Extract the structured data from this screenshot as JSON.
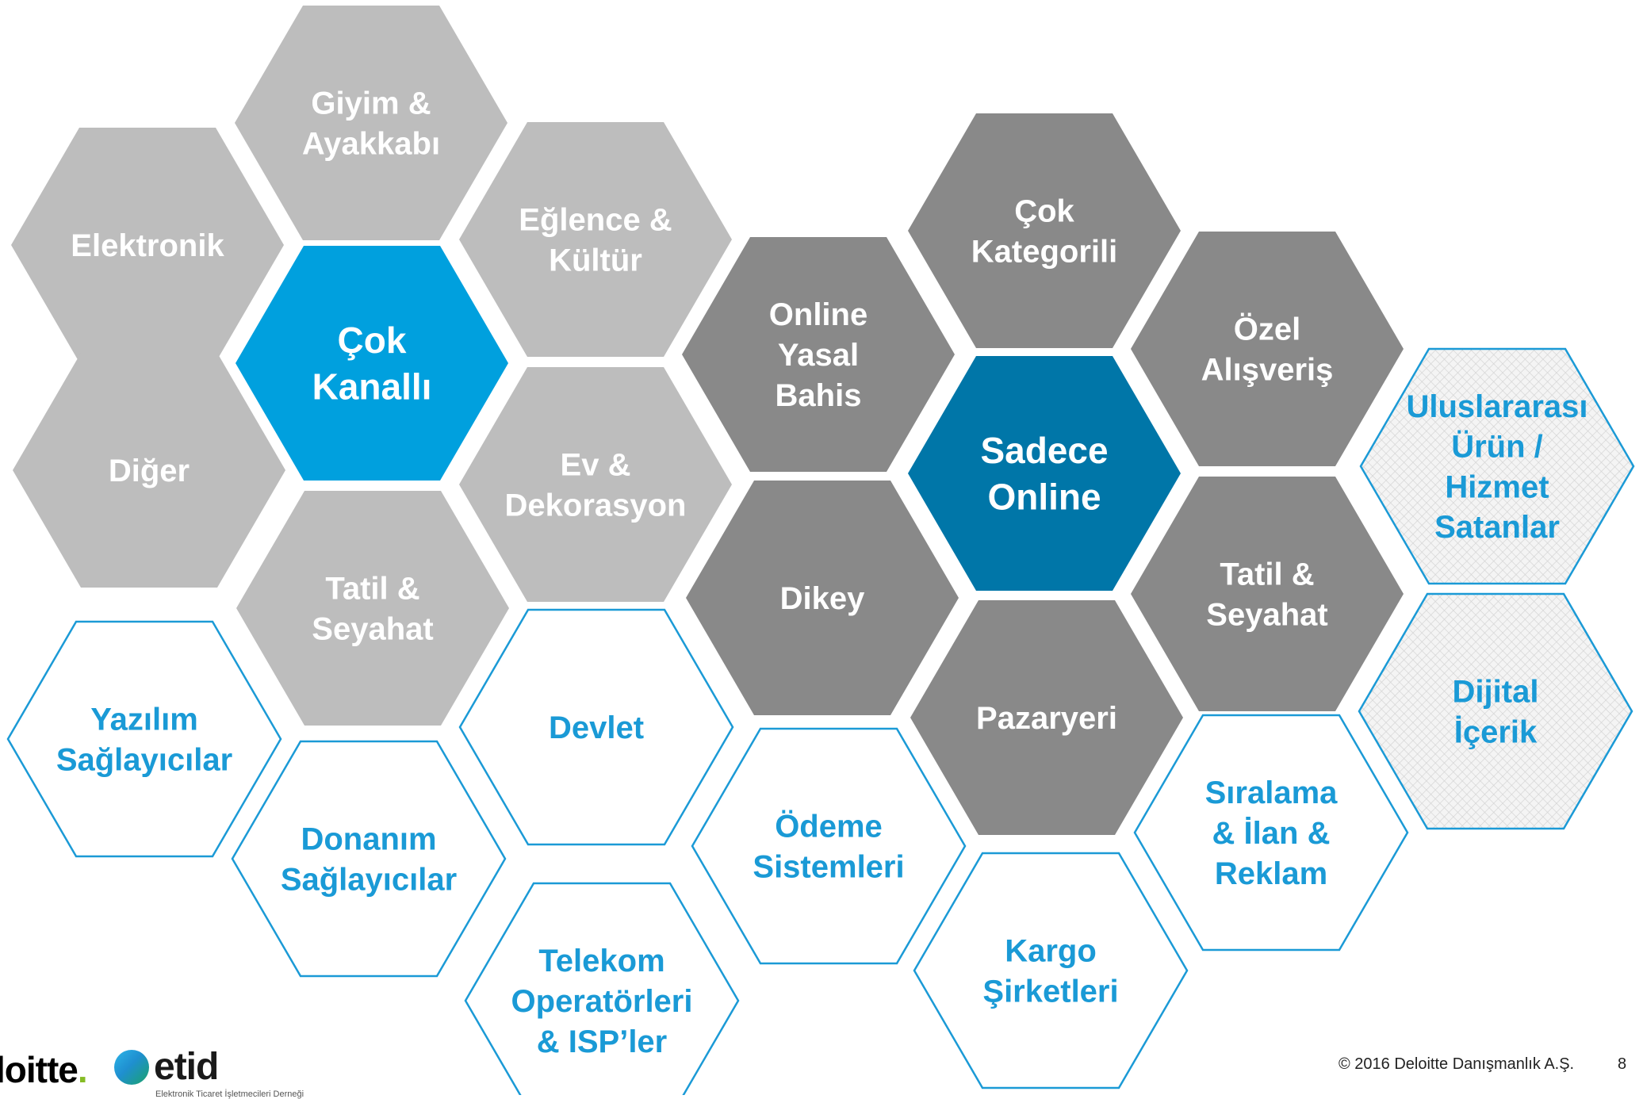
{
  "colors": {
    "light_gray": "#bdbdbd",
    "dark_gray": "#898989",
    "bright_blue": "#00a0de",
    "deep_blue": "#0076a8",
    "outline_blue": "#1b9ad6",
    "text_white": "#ffffff",
    "text_blue": "#1a9ad6"
  },
  "hexagons": [
    {
      "id": "giyim",
      "style": "light",
      "lines": [
        "Giyim &",
        "Ayakkabı"
      ]
    },
    {
      "id": "elektronik",
      "style": "light",
      "lines": [
        "Elektronik"
      ]
    },
    {
      "id": "eglence",
      "style": "light",
      "lines": [
        "Eğlence &",
        "Kültür"
      ]
    },
    {
      "id": "cok-kanalli",
      "style": "bright",
      "lines": [
        "Çok",
        "Kanallı"
      ]
    },
    {
      "id": "diger",
      "style": "light",
      "lines": [
        "Diğer"
      ]
    },
    {
      "id": "ev",
      "style": "light",
      "lines": [
        "Ev &",
        "Dekorasyon"
      ]
    },
    {
      "id": "tatil-1",
      "style": "light",
      "lines": [
        "Tatil &",
        "Seyahat"
      ]
    },
    {
      "id": "online-yasal-bahis",
      "style": "dark",
      "lines": [
        "Online",
        "Yasal",
        "Bahis"
      ]
    },
    {
      "id": "cok-kategorili",
      "style": "dark",
      "lines": [
        "Çok",
        "Kategorili"
      ]
    },
    {
      "id": "ozel-alisveris",
      "style": "dark",
      "lines": [
        "Özel",
        "Alışveriş"
      ]
    },
    {
      "id": "sadece-online",
      "style": "deep",
      "lines": [
        "Sadece",
        "Online"
      ]
    },
    {
      "id": "dikey",
      "style": "dark",
      "lines": [
        "Dikey"
      ]
    },
    {
      "id": "tatil-2",
      "style": "dark",
      "lines": [
        "Tatil &",
        "Seyahat"
      ]
    },
    {
      "id": "pazaryeri",
      "style": "dark",
      "lines": [
        "Pazaryeri"
      ]
    },
    {
      "id": "uluslararasi",
      "style": "hatched",
      "lines": [
        "Uluslararası",
        "Ürün /",
        "Hizmet",
        "Satanlar"
      ]
    },
    {
      "id": "dijital",
      "style": "hatched",
      "lines": [
        "Dijital",
        "İçerik"
      ]
    },
    {
      "id": "yazilim",
      "style": "outline",
      "lines": [
        "Yazılım",
        "Sağlayıcılar"
      ]
    },
    {
      "id": "donanim",
      "style": "outline",
      "lines": [
        "Donanım",
        "Sağlayıcılar"
      ]
    },
    {
      "id": "devlet",
      "style": "outline",
      "lines": [
        "Devlet"
      ]
    },
    {
      "id": "telekom",
      "style": "outline",
      "lines": [
        "Telekom",
        "Operatörleri",
        "& ISP’ler"
      ]
    },
    {
      "id": "odeme",
      "style": "outline",
      "lines": [
        "Ödeme",
        "Sistemleri"
      ]
    },
    {
      "id": "kargo",
      "style": "outline",
      "lines": [
        "Kargo",
        "Şirketleri"
      ]
    },
    {
      "id": "siralama",
      "style": "outline",
      "lines": [
        "Sıralama",
        "& İlan &",
        "Reklam"
      ]
    }
  ],
  "footer": {
    "deloitte_logo": "loitte",
    "deloitte_dot": ".",
    "etid_logo": "etid",
    "etid_subtitle": "Elektronik Ticaret İşletmecileri Derneği",
    "copyright": "© 2016 Deloitte Danışmanlık A.Ş.",
    "page_number": "8"
  }
}
